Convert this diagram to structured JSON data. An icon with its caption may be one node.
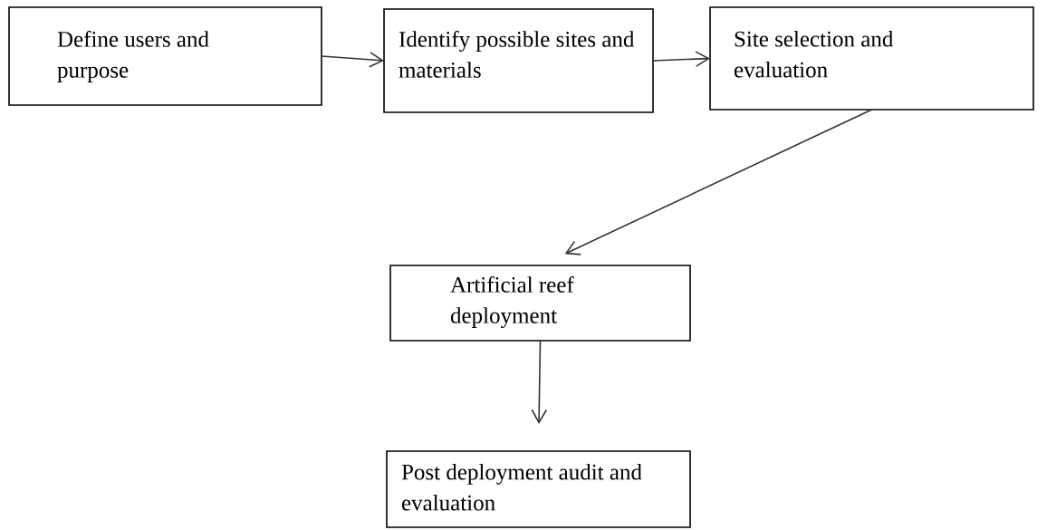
{
  "diagram": {
    "nodes": [
      {
        "text": [
          "Define users and purpose"
        ]
      },
      {
        "text": [
          "Identify possible sites and materials"
        ]
      },
      {
        "text": [
          "Site selection and evaluation"
        ]
      },
      {
        "text": [
          "Artificial reef deployment"
        ]
      },
      {
        "text": [
          "Post deployment audit and evaluation"
        ]
      }
    ],
    "edges": [
      {
        "from": 0,
        "to": 1,
        "arrow": "to"
      },
      {
        "from": 1,
        "to": 2,
        "arrow": "to"
      },
      {
        "from": 2,
        "to": 3,
        "arrow": "to"
      },
      {
        "from": 3,
        "to": 4,
        "arrow": "to"
      }
    ]
  }
}
